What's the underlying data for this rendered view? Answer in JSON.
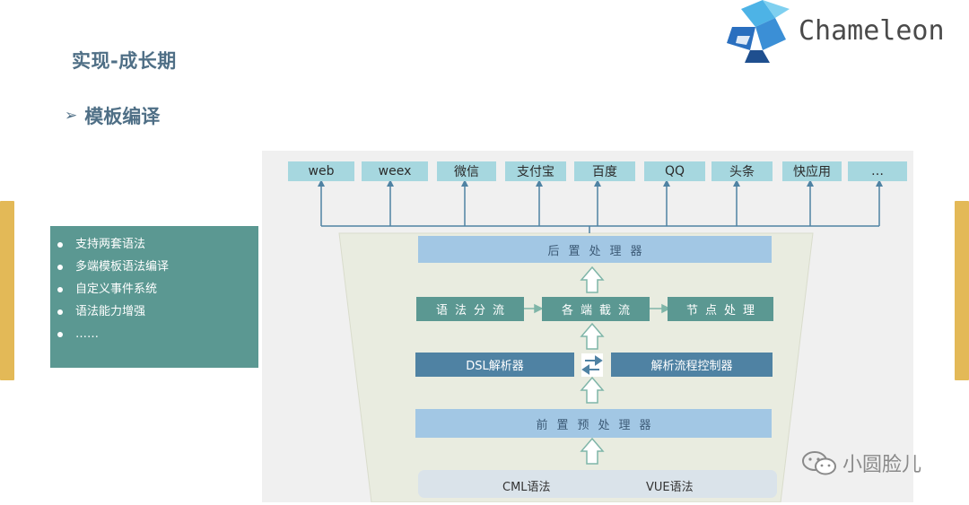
{
  "header": {
    "title": "实现-成长期",
    "subtitle": "模板编译",
    "brand": "Chameleon"
  },
  "features": [
    "支持两套语法",
    "多端模板语法编译",
    "自定义事件系统",
    "语法能力增强",
    "……"
  ],
  "targets": [
    "web",
    "weex",
    "微信",
    "支付宝",
    "百度",
    "QQ",
    "头条",
    "快应用",
    "…"
  ],
  "pipeline": {
    "post_processor": "后置处理器",
    "syntax_split": "语法分流",
    "endpoint_intercept": "各端截流",
    "node_process": "节点处理",
    "dsl_parser": "DSL解析器",
    "parse_flow_controller": "解析流程控制器",
    "pre_processor": "前置预处理器",
    "sources": [
      "CML语法",
      "VUE语法"
    ]
  },
  "watermark": "小圆脸儿",
  "colors": {
    "accent_text": "#4f6f86",
    "teal": "#5b9892",
    "navy": "#4f82a3",
    "light_blue": "#a2c7e4",
    "cyan": "#a6d7df",
    "side_bar": "#e3b957"
  }
}
